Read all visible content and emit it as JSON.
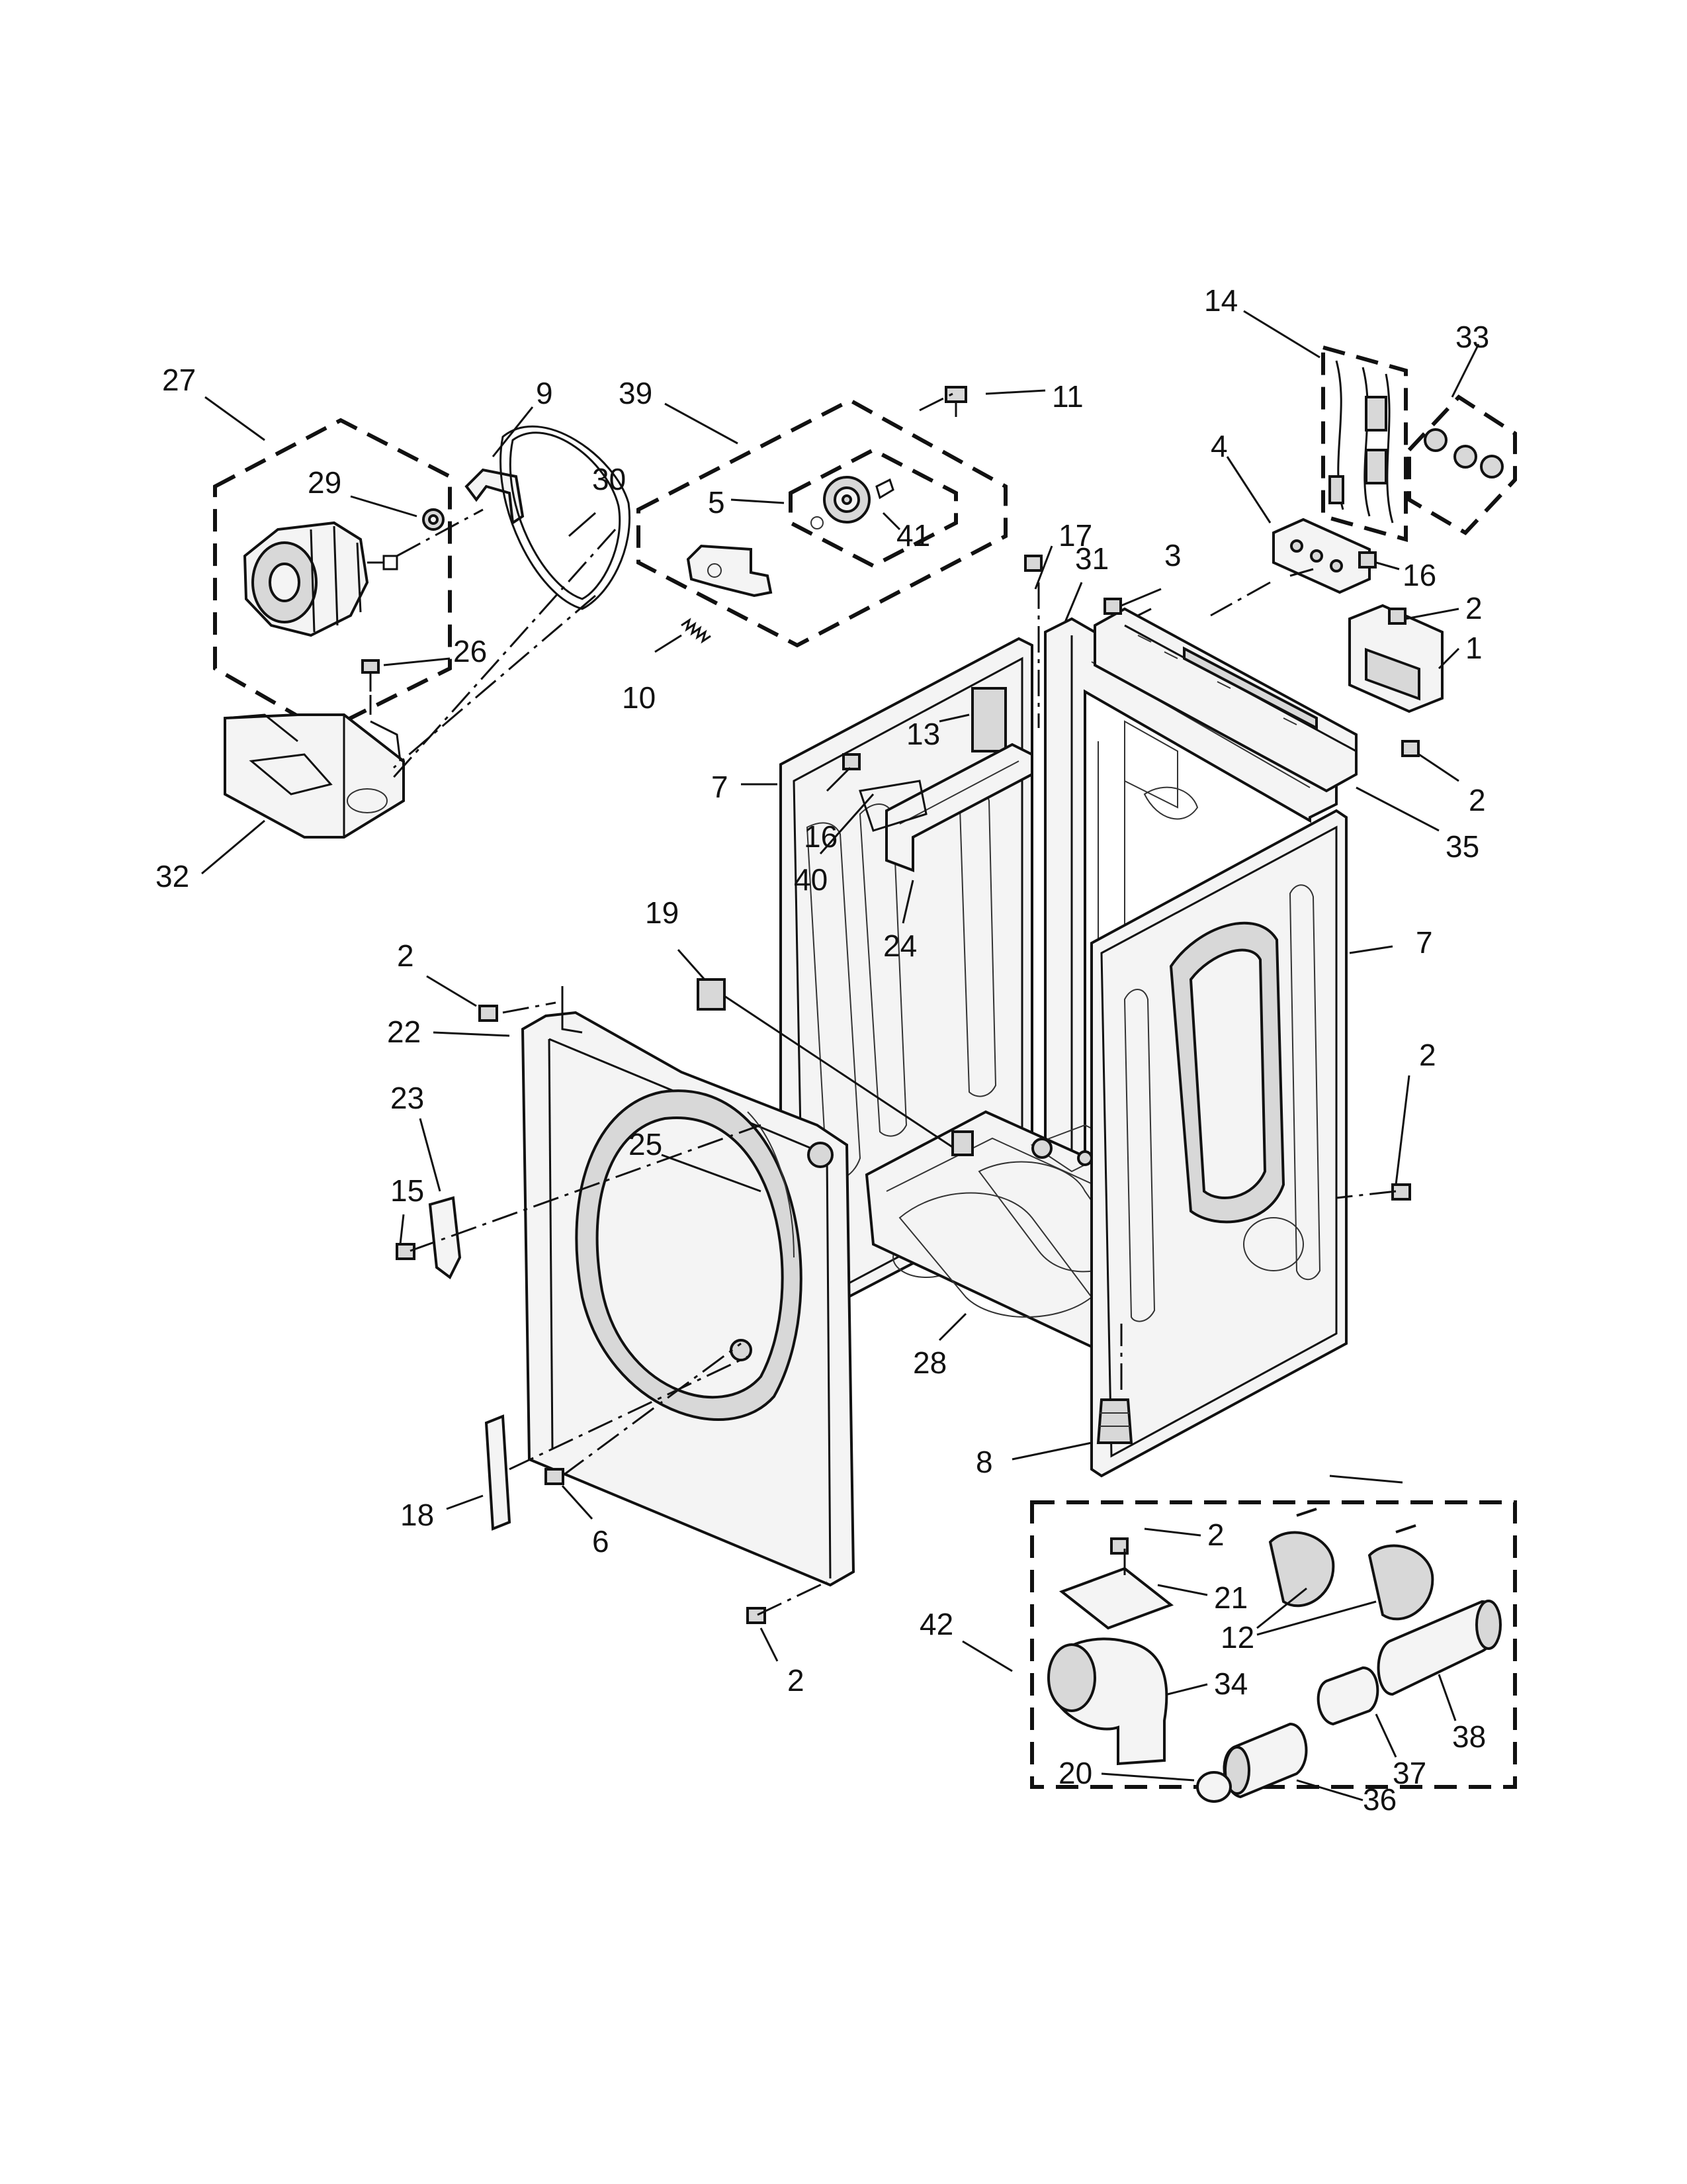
{
  "callouts": [
    {
      "id": "c27",
      "label": "27"
    },
    {
      "id": "c9",
      "label": "9"
    },
    {
      "id": "c29",
      "label": "29"
    },
    {
      "id": "c30",
      "label": "30"
    },
    {
      "id": "c39",
      "label": "39"
    },
    {
      "id": "c11",
      "label": "11"
    },
    {
      "id": "c5",
      "label": "5"
    },
    {
      "id": "c41",
      "label": "41"
    },
    {
      "id": "c14",
      "label": "14"
    },
    {
      "id": "c33",
      "label": "33"
    },
    {
      "id": "c4",
      "label": "4"
    },
    {
      "id": "c17",
      "label": "17"
    },
    {
      "id": "c31",
      "label": "31"
    },
    {
      "id": "c3",
      "label": "3"
    },
    {
      "id": "c16a",
      "label": "16"
    },
    {
      "id": "c2a",
      "label": "2"
    },
    {
      "id": "c1",
      "label": "1"
    },
    {
      "id": "c26",
      "label": "26"
    },
    {
      "id": "c10",
      "label": "10"
    },
    {
      "id": "c13",
      "label": "13"
    },
    {
      "id": "c7a",
      "label": "7"
    },
    {
      "id": "c2b",
      "label": "2"
    },
    {
      "id": "c35",
      "label": "35"
    },
    {
      "id": "c16b",
      "label": "16"
    },
    {
      "id": "c40",
      "label": "40"
    },
    {
      "id": "c32",
      "label": "32"
    },
    {
      "id": "c24",
      "label": "24"
    },
    {
      "id": "c19",
      "label": "19"
    },
    {
      "id": "c2c",
      "label": "2"
    },
    {
      "id": "c7b",
      "label": "7"
    },
    {
      "id": "c22",
      "label": "22"
    },
    {
      "id": "c2d",
      "label": "2"
    },
    {
      "id": "c23",
      "label": "23"
    },
    {
      "id": "c25",
      "label": "25"
    },
    {
      "id": "c15",
      "label": "15"
    },
    {
      "id": "c28",
      "label": "28"
    },
    {
      "id": "c8",
      "label": "8"
    },
    {
      "id": "c18",
      "label": "18"
    },
    {
      "id": "c6",
      "label": "6"
    },
    {
      "id": "c2e",
      "label": "2"
    },
    {
      "id": "c21",
      "label": "21"
    },
    {
      "id": "c42",
      "label": "42"
    },
    {
      "id": "c12",
      "label": "12"
    },
    {
      "id": "c34",
      "label": "34"
    },
    {
      "id": "c2f",
      "label": "2"
    },
    {
      "id": "c38",
      "label": "38"
    },
    {
      "id": "c37",
      "label": "37"
    },
    {
      "id": "c20",
      "label": "20"
    },
    {
      "id": "c36",
      "label": "36"
    }
  ]
}
